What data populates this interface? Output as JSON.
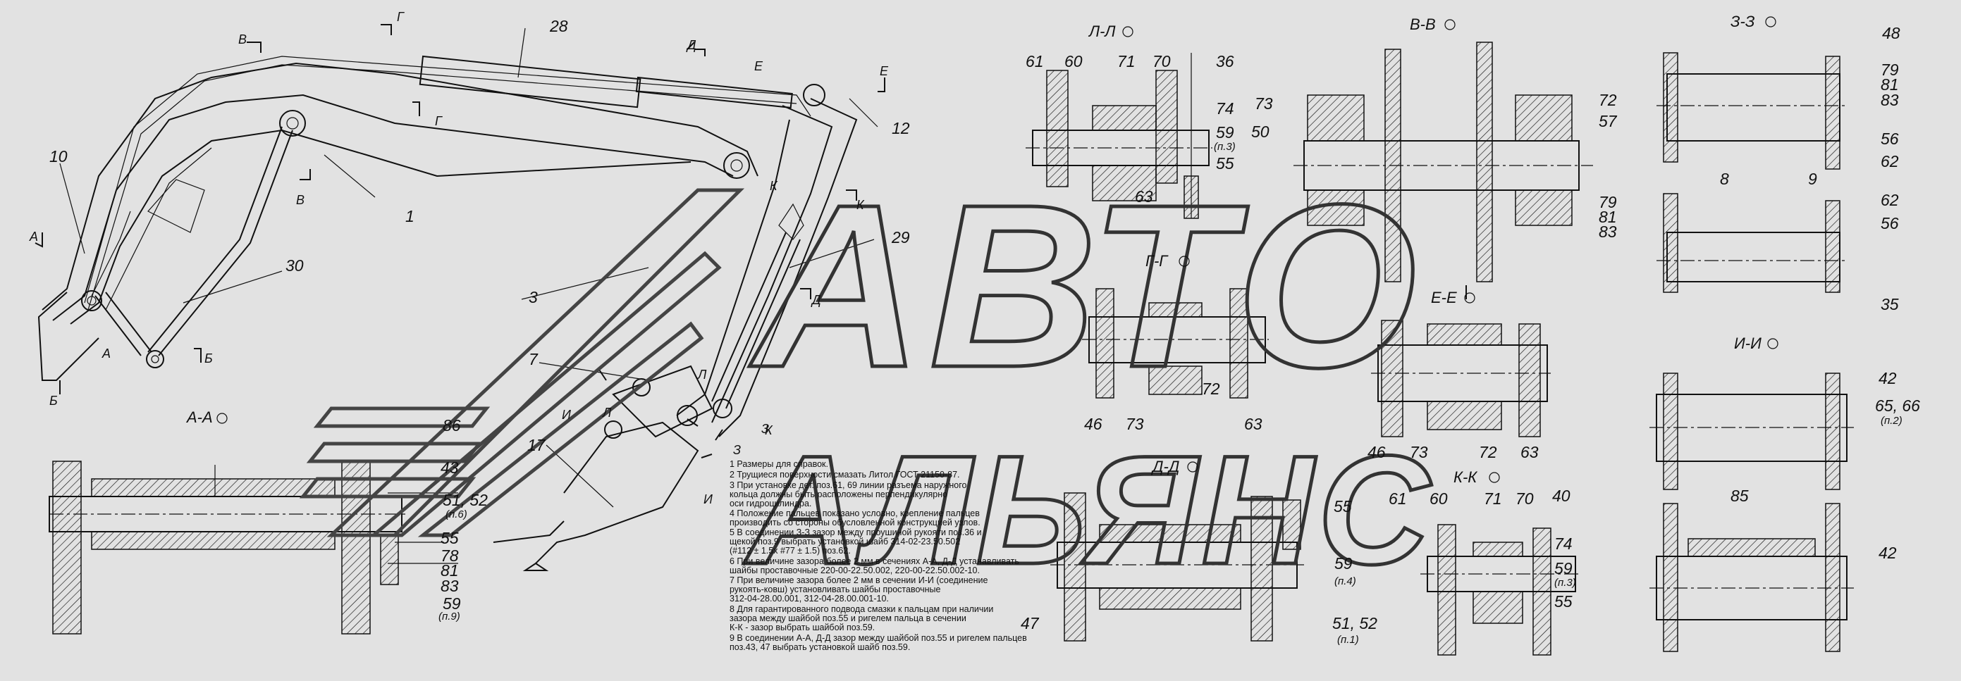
{
  "watermark": {
    "line1": "АВТО",
    "line2": "АЛЬЯНС"
  },
  "sections": {
    "aa": "А-А",
    "ll": "Л-Л",
    "vv": "В-В",
    "zz": "З-З",
    "gg": "Г-Г",
    "ee": "Е-Е",
    "dd": "Д-Д",
    "kk": "К-К",
    "ii": "И-И"
  },
  "view_letters": [
    "Г",
    "В",
    "Д",
    "Е",
    "Е",
    "Г",
    "В",
    "А",
    "А",
    "Б",
    "Б",
    "К",
    "К",
    "Д",
    "Л",
    "Л",
    "И",
    "З",
    "З",
    "И",
    "К"
  ],
  "parts": {
    "p28": "28",
    "p1": "1",
    "p10": "10",
    "p30": "30",
    "p12": "12",
    "p29": "29",
    "p3": "3",
    "p7": "7",
    "p17": "17",
    "p86": "86",
    "p43": "43",
    "p51_52_aa": "51, 52",
    "p55_aa": "55",
    "p78_aa": "78",
    "p81_aa": "81",
    "p83_aa": "83",
    "p59_aa": "59",
    "p61_ll": "61",
    "p60_ll": "60",
    "p71_ll": "71",
    "p70_ll": "70",
    "p36": "36",
    "p74_ll": "74",
    "p59_ll": "59",
    "p55_ll": "55",
    "p63_ll": "63",
    "p73_vv": "73",
    "p50": "50",
    "p72_vv": "72",
    "p57": "57",
    "p79_vv": "79",
    "p81_vv": "81",
    "p83_vv": "83",
    "p48": "48",
    "p79_zz": "79",
    "p81_zz": "81",
    "p83_zz": "83",
    "p56_zz": "56",
    "p62_zz": "62",
    "p8": "8",
    "p9": "9",
    "p62_zz2": "62",
    "p56_zz2": "56",
    "p35": "35",
    "p46_gg": "46",
    "p73_gg": "73",
    "p72_gg": "72",
    "p63_gg": "63",
    "p46_ee": "46",
    "p73_ee": "73",
    "p72_ee": "72",
    "p63_ee": "63",
    "p55_dd": "55",
    "p59_dd": "59",
    "p47": "47",
    "p51_52_dd": "51, 52",
    "p61_kk": "61",
    "p60_kk": "60",
    "p71_kk": "71",
    "p70_kk": "70",
    "p40": "40",
    "p74_kk": "74",
    "p59_kk": "59",
    "p55_kk": "55",
    "p42_a": "42",
    "p65_66": "65, 66",
    "p85": "85",
    "p42_b": "42"
  },
  "refs": {
    "n6": "(п.6)",
    "n9": "(п.9)",
    "n3_ll": "(п.3)",
    "n4": "(п.4)",
    "n1": "(п.1)",
    "n3_kk": "(п.3)",
    "n2": "(п.2)"
  },
  "notes": [
    "1 Размеры для справок.",
    "2 Трущиеся поверхности смазать Литол ГОСТ 21150-87.",
    "3 При установке дет. поз.61, 69 линии разъема наружного",
    "   кольца должны быть расположены перпендикулярно",
    "   оси гидроцилиндра.",
    "4 Положение пальцев показано условно, крепление пальцев",
    "   производить со стороны обусловленной конструкцией узлов.",
    "5 В соединении З-З зазор между проушиной рукояти поз.36 и",
    "   щекой поз.9 выбрать установкой шайб 314-02-23.50.502",
    "   (#112 ± 1.5х #77 ± 1.5) поз.62.",
    "6 При величине зазора более 2 мм в сечениях А-А, Д-Д устанавливать",
    "   шайбы проставочные 220-00-22.50.002, 220-00-22.50.002-10.",
    "7 При величине зазора более 2 мм в сечении И-И (соединение",
    "   рукоять-ковш) установливать шайбы проставочные",
    "   312-04-28.00.001, 312-04-28.00.001-10.",
    "8 Для гарантированного подвода смазки к пальцам при наличии",
    "   зазора между шайбой поз.55 и ригелем пальца в сечении",
    "   К-К - зазор выбрать шайбой поз.59.",
    "9 В соединении А-А, Д-Д зазор между шайбой поз.55 и ригелем пальцев",
    "   поз.43, 47 выбрать установкой шайб поз.59."
  ]
}
